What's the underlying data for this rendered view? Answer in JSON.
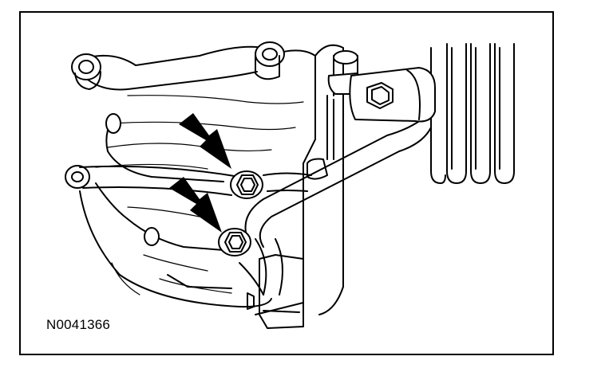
{
  "figure": {
    "id_label": "N0041366"
  },
  "callouts": [
    {
      "name": "upper-bolt-arrow",
      "target": "upper-bolt"
    },
    {
      "name": "lower-bolt-arrow",
      "target": "lower-bolt"
    }
  ],
  "colors": {
    "ink": "#000000",
    "paper": "#ffffff"
  }
}
